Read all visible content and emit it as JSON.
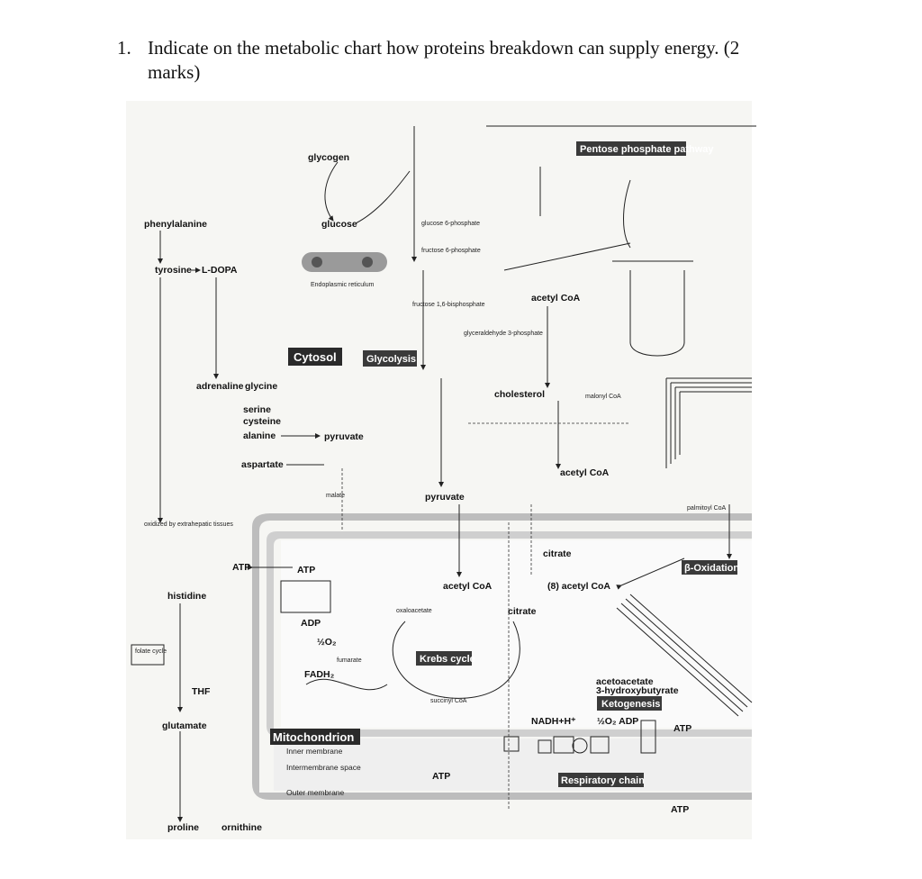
{
  "question": {
    "number": "1.",
    "text": "Indicate on the metabolic chart how proteins breakdown can supply energy. (2 marks)"
  },
  "chart": {
    "section_labels": {
      "cytosol": "Cytosol",
      "glycolysis": "Glycolysis",
      "pentose": "Pentose phosphate pathway",
      "mitochondrion": "Mitochondrion",
      "krebs": "Krebs cycle",
      "beta_oxidation": "β-Oxidation",
      "ketogenesis": "Ketogenesis",
      "respiratory_chain": "Respiratory chain",
      "er": "Endoplasmic reticulum",
      "inner_membrane": "Inner membrane",
      "intermembrane_space": "Intermembrane space",
      "outer_membrane": "Outer membrane"
    },
    "metabolites": {
      "glycogen": "glycogen",
      "glucose": "glucose",
      "phenylalanine": "phenylalanine",
      "tyrosine": "tyrosine",
      "l_dopa": "L-DOPA",
      "adrenaline": "adrenaline",
      "glycine": "glycine",
      "serine": "serine",
      "cysteine": "cysteine",
      "alanine": "alanine",
      "pyruvate": "pyruvate",
      "aspartate": "aspartate",
      "acetyl_coa": "acetyl CoA",
      "cholesterol": "cholesterol",
      "pyruvate_mito": "pyruvate",
      "citrate": "citrate",
      "acetyl_coa_mito": "acetyl CoA",
      "acetyl_coa_8": "(8) acetyl CoA",
      "acetoacetate": "acetoacetate",
      "hydroxybutyrate": "3-hydroxybutyrate",
      "histidine": "histidine",
      "thf": "THF",
      "glutamate": "glutamate",
      "proline": "proline",
      "ornithine": "ornithine",
      "atp": "ATP",
      "adp": "ADP",
      "fadh2": "FADH₂",
      "nadh": "NADH+H⁺",
      "o2_adp": "½O₂  ADP",
      "half_o2": "½O₂",
      "citrate_2": "citrate",
      "folate": "folate cycle",
      "oxidized": "oxidized by extrahepatic tissues",
      "glucose_6p": "glucose 6-phosphate",
      "fructose_16": "fructose 1,6-bisphosphate",
      "glyceraldehyde": "glyceraldehyde 3-phosphate",
      "fructose_6p": "fructose 6-phosphate",
      "oxaloacetate": "oxaloacetate",
      "malate": "malate",
      "succinyl": "succinyl CoA",
      "fumarate": "fumarate",
      "malonyl_coa": "malonyl CoA",
      "palmitoyl_coa": "palmitoyl CoA"
    }
  }
}
